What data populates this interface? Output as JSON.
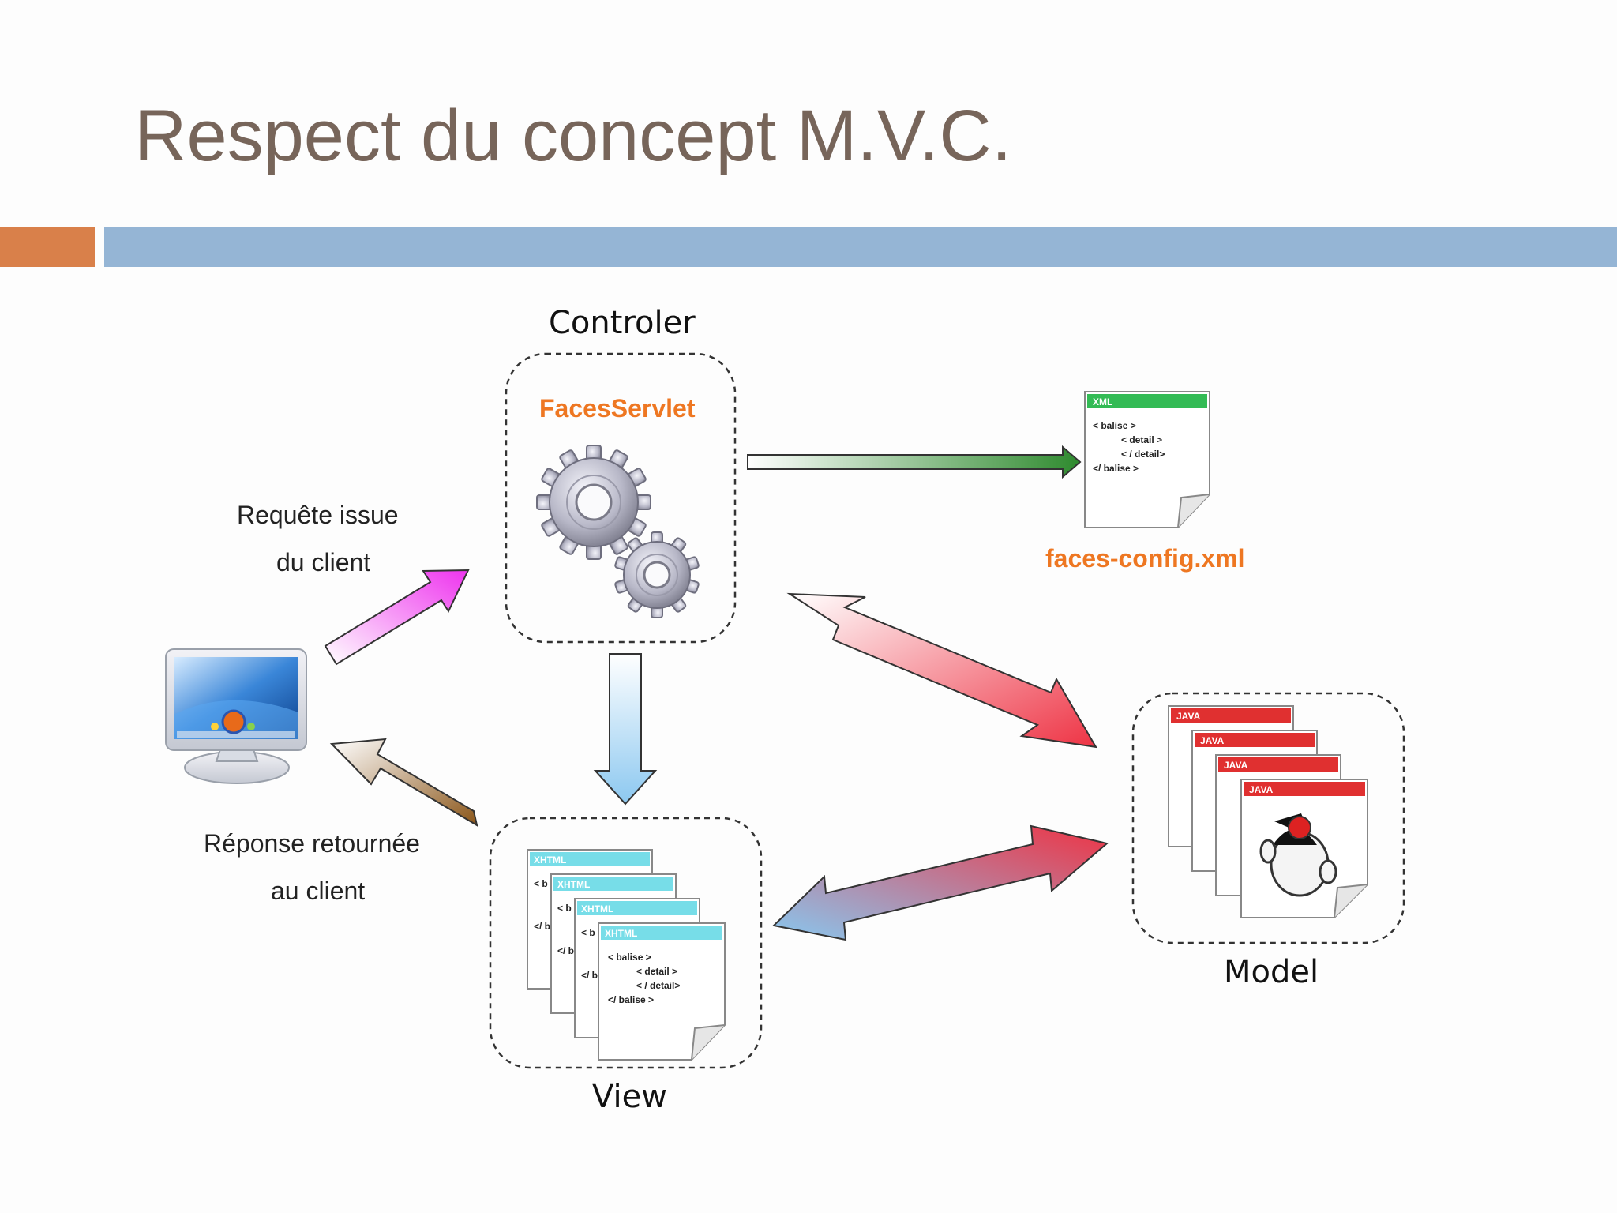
{
  "slide": {
    "title": "Respect du concept M.V.C."
  },
  "controller": {
    "heading": "Controler",
    "component": "FacesServlet"
  },
  "config": {
    "file": "faces-config.xml",
    "tag": "XML"
  },
  "view": {
    "heading": "View",
    "tag": "XHTML"
  },
  "model": {
    "heading": "Model",
    "tag": "JAVA"
  },
  "code_lines": [
    "< balise >",
    "< detail >",
    "< / detail>",
    "</ balise >"
  ],
  "request_label": {
    "line1": "Requête issue",
    "line2": "du client"
  },
  "response_label": {
    "line1": "Réponse retournée",
    "line2": "au client"
  },
  "colors": {
    "title": "#77655a",
    "accent_orange": "#d9804a",
    "accent_blue": "#95b5d5",
    "label_orange": "#ee7722",
    "xml_green": "#33bb55",
    "xhtml_cyan": "#77dde8",
    "java_red": "#e03030"
  }
}
